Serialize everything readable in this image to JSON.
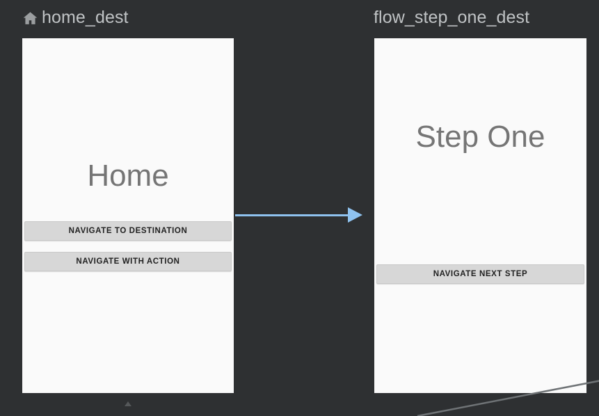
{
  "editor": {
    "background_color": "#2e3032",
    "panel_background_color": "#fafafa",
    "arrow_color": "#8fc2ef",
    "label_color": "#c0c3c5"
  },
  "nodes": [
    {
      "id": "home_dest",
      "label": "home_dest",
      "icon": "home-icon",
      "is_start_destination": true,
      "screen": {
        "title": "Home",
        "buttons": [
          {
            "label": "NAVIGATE TO DESTINATION"
          },
          {
            "label": "NAVIGATE WITH ACTION"
          }
        ]
      }
    },
    {
      "id": "flow_step_one_dest",
      "label": "flow_step_one_dest",
      "icon": null,
      "is_start_destination": false,
      "screen": {
        "title": "Step One",
        "buttons": [
          {
            "label": "NAVIGATE NEXT STEP"
          }
        ]
      }
    }
  ],
  "connections": [
    {
      "from": "home_dest",
      "to": "flow_step_one_dest",
      "style": "solid-arrow",
      "color": "#8fc2ef"
    }
  ]
}
